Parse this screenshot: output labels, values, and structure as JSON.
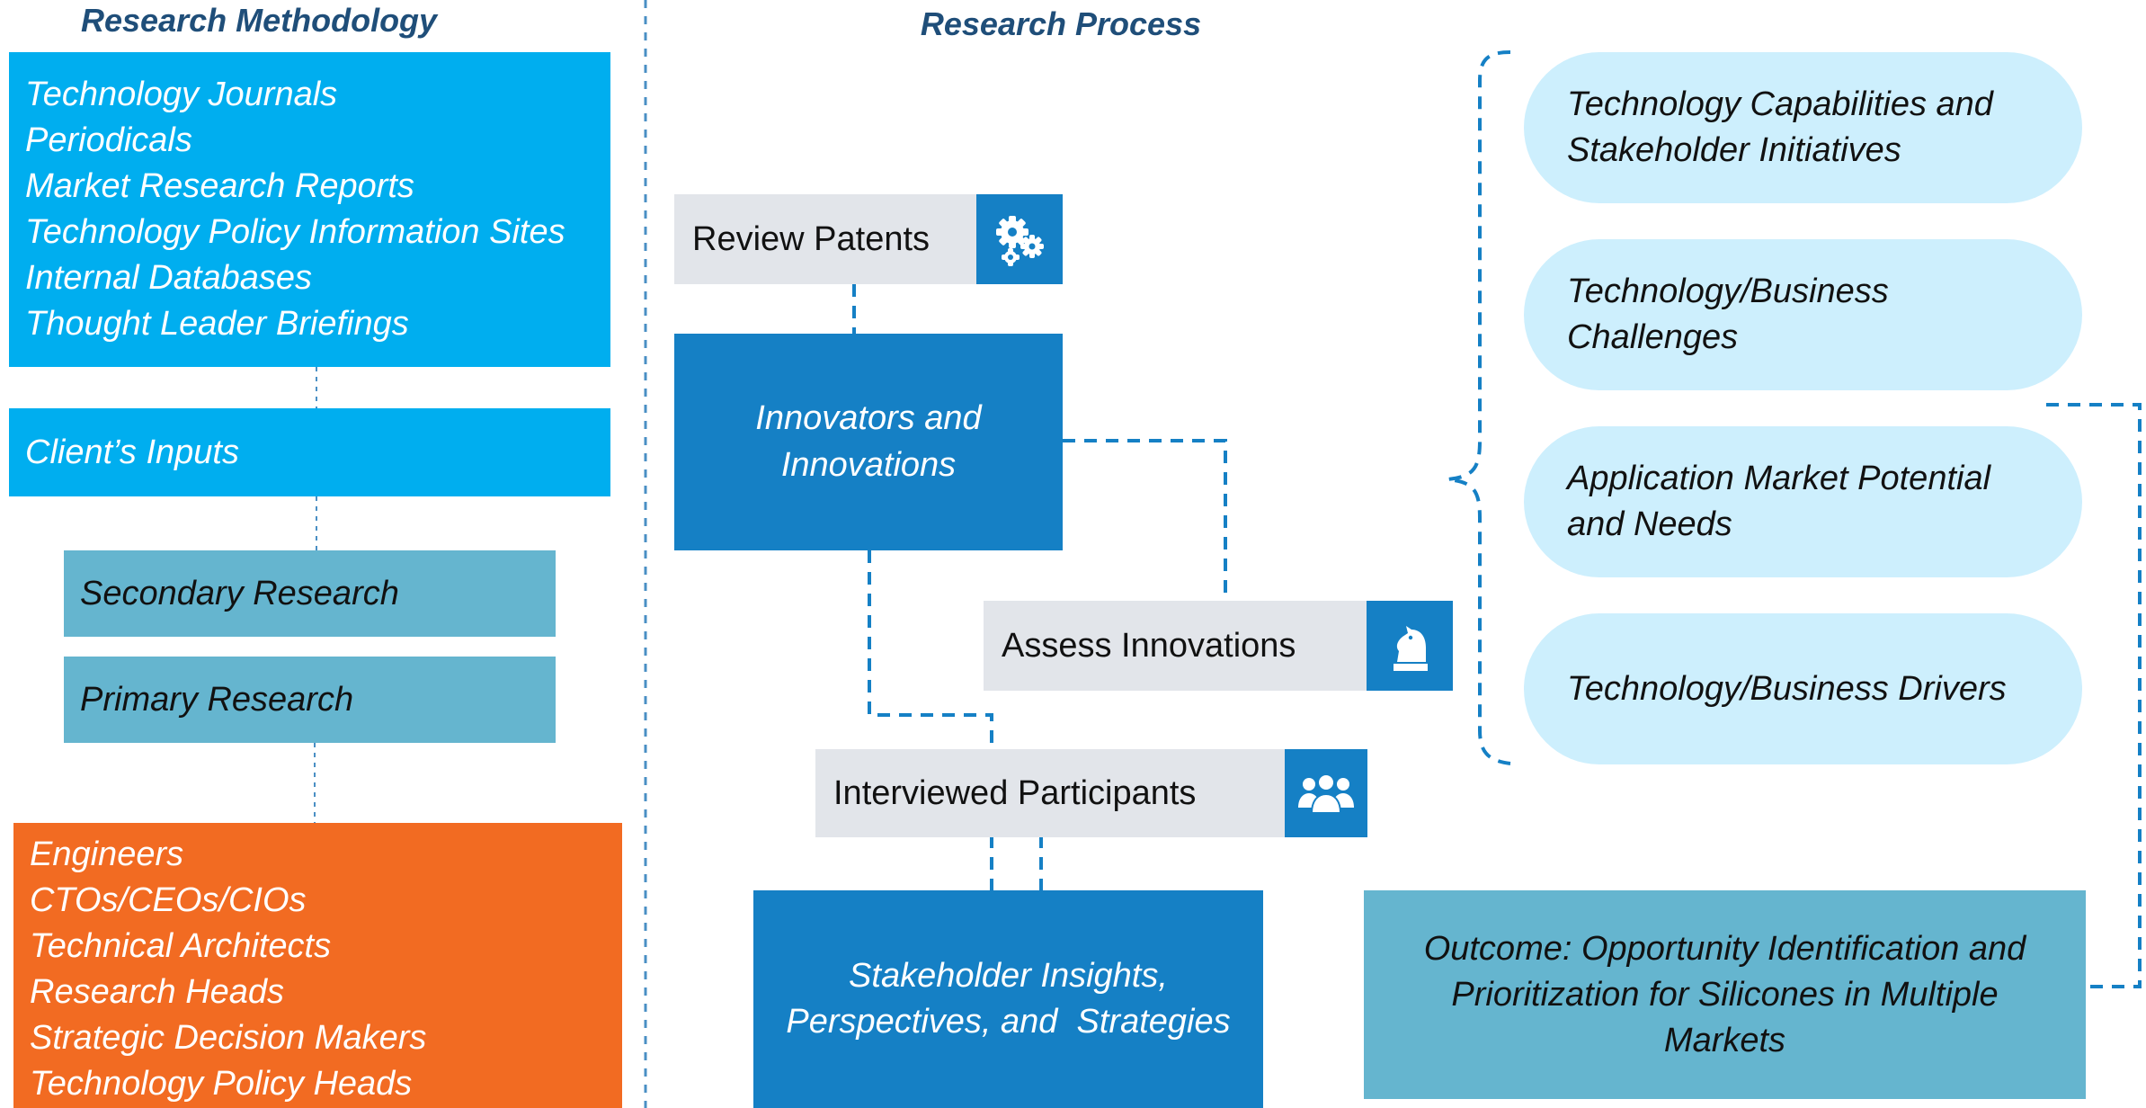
{
  "methodology": {
    "title": "Research Methodology",
    "sources": [
      "Technology Journals",
      "Periodicals",
      "Market Research Reports",
      "Technology Policy Information Sites",
      "Internal Databases",
      "Thought Leader Briefings"
    ],
    "client_inputs": "Client’s Inputs",
    "secondary": "Secondary Research",
    "primary": "Primary Research",
    "participants": [
      "Engineers",
      "CTOs/CEOs/CIOs",
      "Technical Architects",
      "Research Heads",
      "Strategic Decision Makers",
      "Technology Policy Heads"
    ]
  },
  "process": {
    "title": "Research Process",
    "review_patents": "Review Patents",
    "innovators_line1": "Innovators and",
    "innovators_line2": "Innovations",
    "assess": "Assess Innovations",
    "interviewed": "Interviewed Participants",
    "insights_line1": "Stakeholder Insights,",
    "insights_line2": "Perspectives, and  Strategies",
    "icons": [
      "gears-icon",
      "chess-knight-icon",
      "people-group-icon"
    ]
  },
  "factors": [
    {
      "line1": "Technology Capabilities and",
      "line2": "Stakeholder Initiatives"
    },
    {
      "line1": "Technology/Business",
      "line2": "Challenges"
    },
    {
      "line1": "Application Market Potential",
      "line2": "and Needs"
    },
    {
      "line1": "Technology/Business Drivers",
      "line2": ""
    }
  ],
  "outcome": {
    "line1": "Outcome: Opportunity Identification and",
    "line2": "Prioritization for Silicones in Multiple",
    "line3": "Markets"
  },
  "colors": {
    "heading": "#1f4e79",
    "light_blue": "#00aeef",
    "dark_blue": "#1580c5",
    "teal": "#65b5cf",
    "orange": "#f26b22",
    "grey": "#e2e5ea",
    "pill": "#cdeffd"
  }
}
